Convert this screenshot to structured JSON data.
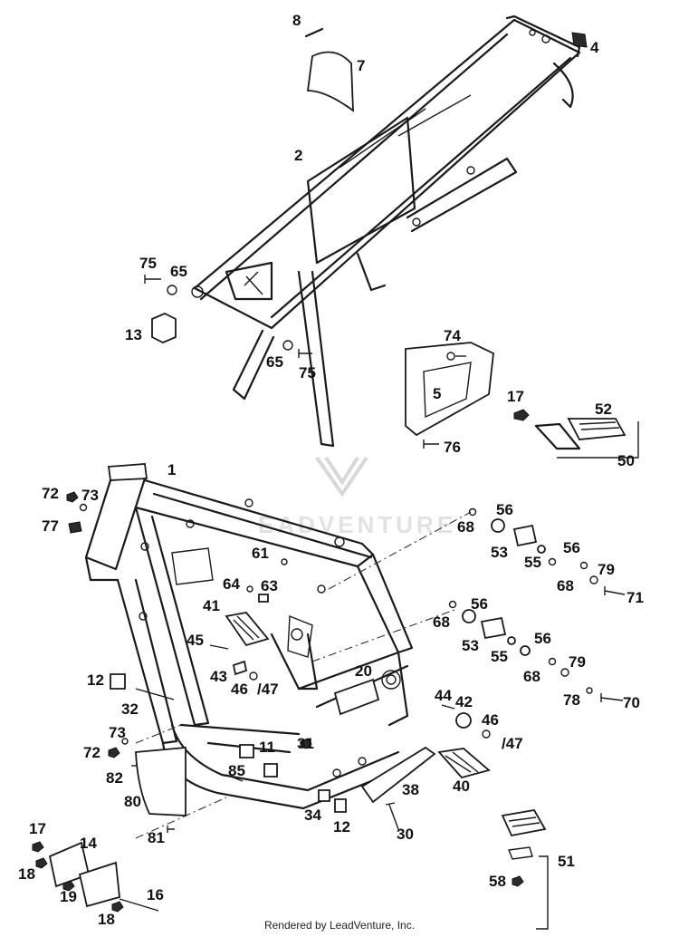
{
  "watermark": {
    "text": "EADVENTURE"
  },
  "footer": {
    "credit": "Rendered by LeadVenture, Inc."
  },
  "callouts": [
    {
      "id": "c8",
      "text": "8"
    },
    {
      "id": "c7",
      "text": "7"
    },
    {
      "id": "c4",
      "text": "4"
    },
    {
      "id": "c2",
      "text": "2"
    },
    {
      "id": "c75a",
      "text": "75"
    },
    {
      "id": "c65a",
      "text": "65"
    },
    {
      "id": "c13",
      "text": "13"
    },
    {
      "id": "c65b",
      "text": "65"
    },
    {
      "id": "c75b",
      "text": "75"
    },
    {
      "id": "c74",
      "text": "74"
    },
    {
      "id": "c5",
      "text": "5"
    },
    {
      "id": "c76",
      "text": "76"
    },
    {
      "id": "c17a",
      "text": "17"
    },
    {
      "id": "c52",
      "text": "52"
    },
    {
      "id": "c50",
      "text": "50"
    },
    {
      "id": "c1",
      "text": "1"
    },
    {
      "id": "c72a",
      "text": "72"
    },
    {
      "id": "c73a",
      "text": "73"
    },
    {
      "id": "c77",
      "text": "77"
    },
    {
      "id": "c56a",
      "text": "56"
    },
    {
      "id": "c68a",
      "text": "68"
    },
    {
      "id": "c53a",
      "text": "53"
    },
    {
      "id": "c55a",
      "text": "55"
    },
    {
      "id": "c56b",
      "text": "56"
    },
    {
      "id": "c68b",
      "text": "68"
    },
    {
      "id": "c79a",
      "text": "79"
    },
    {
      "id": "c71",
      "text": "71"
    },
    {
      "id": "c61",
      "text": "61"
    },
    {
      "id": "c64",
      "text": "64"
    },
    {
      "id": "c63",
      "text": "63"
    },
    {
      "id": "c41",
      "text": "41"
    },
    {
      "id": "c56c",
      "text": "56"
    },
    {
      "id": "c68c",
      "text": "68"
    },
    {
      "id": "c53b",
      "text": "53"
    },
    {
      "id": "c55b",
      "text": "55"
    },
    {
      "id": "c56d",
      "text": "56"
    },
    {
      "id": "c68d",
      "text": "68"
    },
    {
      "id": "c79b",
      "text": "79"
    },
    {
      "id": "c78",
      "text": "78"
    },
    {
      "id": "c70",
      "text": "70"
    },
    {
      "id": "c45",
      "text": "45"
    },
    {
      "id": "c43",
      "text": "43"
    },
    {
      "id": "c46a",
      "text": "46"
    },
    {
      "id": "c47a",
      "text": "/47"
    },
    {
      "id": "c12a",
      "text": "12"
    },
    {
      "id": "c20",
      "text": "20"
    },
    {
      "id": "c32",
      "text": "32"
    },
    {
      "id": "c44",
      "text": "44"
    },
    {
      "id": "c42",
      "text": "42"
    },
    {
      "id": "c46b",
      "text": "46"
    },
    {
      "id": "c47b",
      "text": "/47"
    },
    {
      "id": "c73b",
      "text": "73"
    },
    {
      "id": "c72b",
      "text": "72"
    },
    {
      "id": "c11",
      "text": "11"
    },
    {
      "id": "c31",
      "text": "31"
    },
    {
      "id": "c82",
      "text": "82"
    },
    {
      "id": "c85",
      "text": "85"
    },
    {
      "id": "c80",
      "text": "80"
    },
    {
      "id": "c38",
      "text": "38"
    },
    {
      "id": "c40",
      "text": "40"
    },
    {
      "id": "c34",
      "text": "34"
    },
    {
      "id": "c12b",
      "text": "12"
    },
    {
      "id": "c30",
      "text": "30"
    },
    {
      "id": "c81",
      "text": "81"
    },
    {
      "id": "c17b",
      "text": "17"
    },
    {
      "id": "c14",
      "text": "14"
    },
    {
      "id": "c18a",
      "text": "18"
    },
    {
      "id": "c19",
      "text": "19"
    },
    {
      "id": "c16",
      "text": "16"
    },
    {
      "id": "c18b",
      "text": "18"
    },
    {
      "id": "c51",
      "text": "51"
    },
    {
      "id": "c58",
      "text": "58"
    }
  ]
}
